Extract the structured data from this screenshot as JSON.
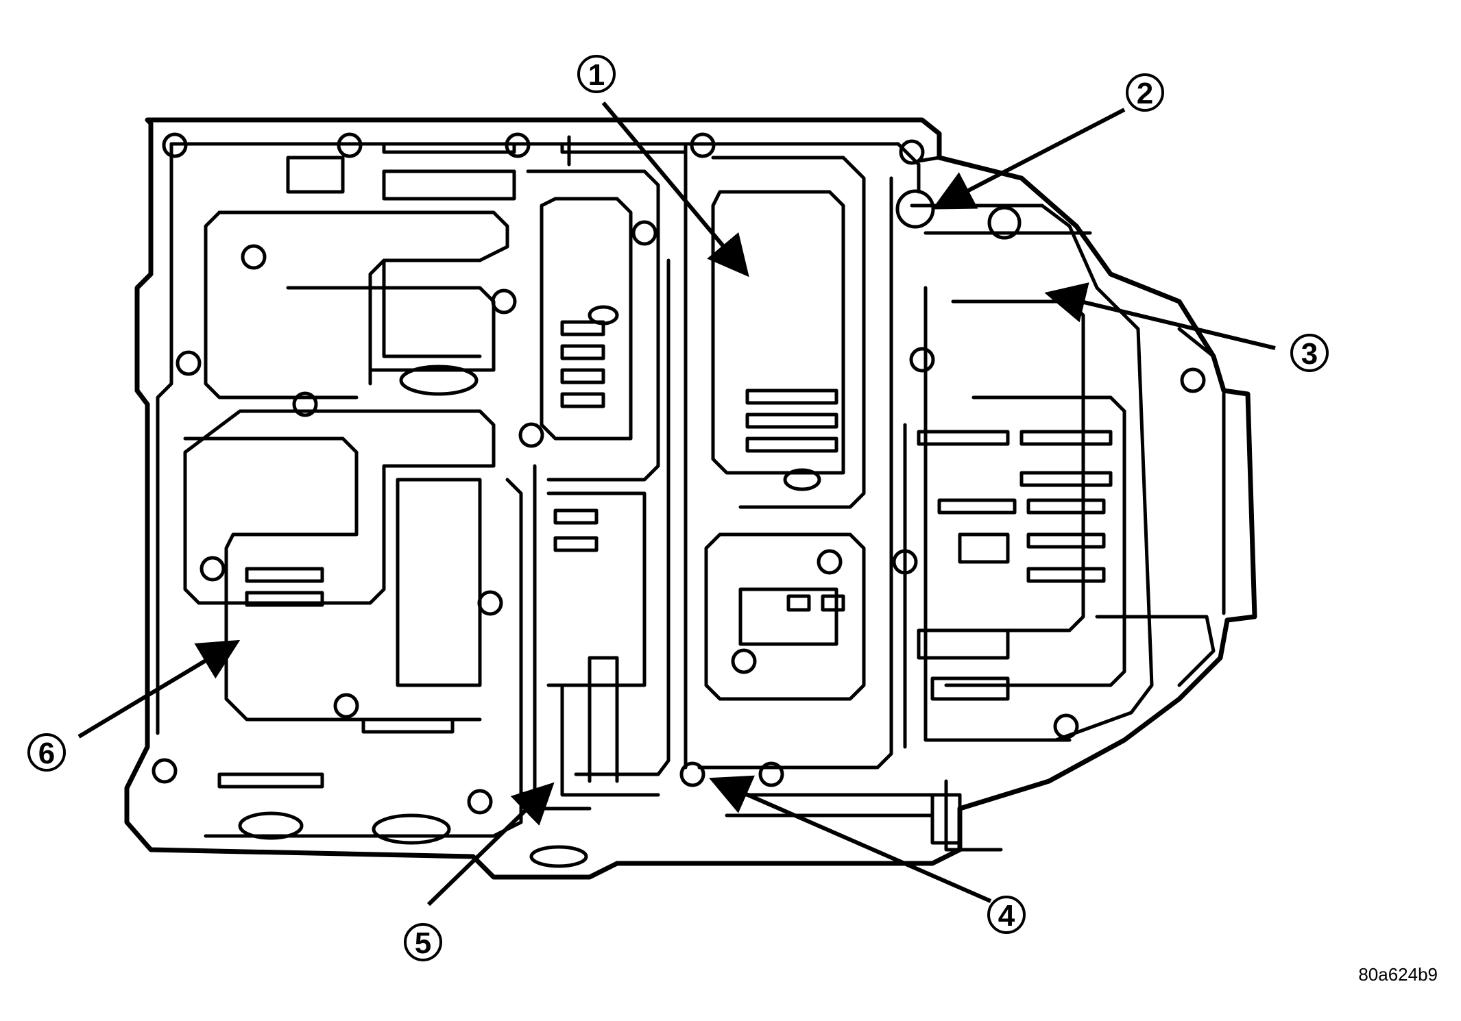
{
  "figure": {
    "callouts": [
      {
        "label": "1"
      },
      {
        "label": "2"
      },
      {
        "label": "3"
      },
      {
        "label": "4"
      },
      {
        "label": "5"
      },
      {
        "label": "6"
      }
    ],
    "reference_code": "80a624b9"
  },
  "colors": {
    "ink": "#000000",
    "paper": "#ffffff"
  }
}
